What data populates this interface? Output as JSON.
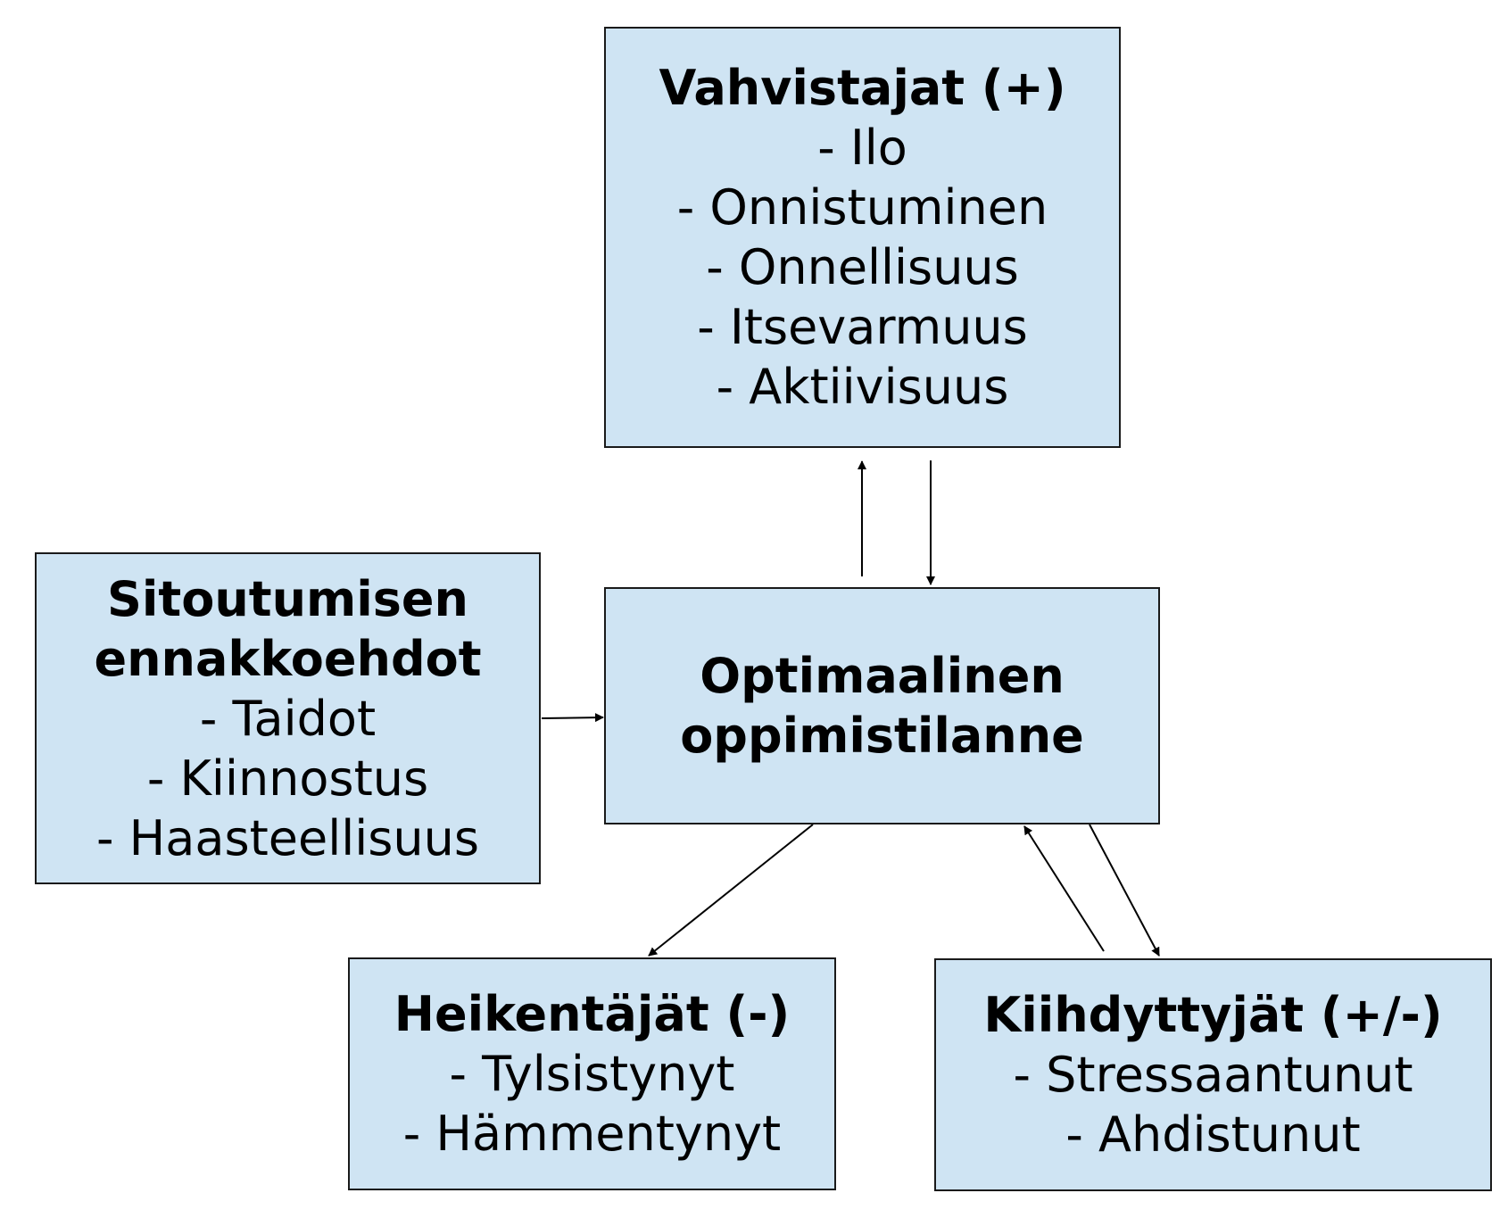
{
  "boxes": {
    "vahvistajat": {
      "title": "Vahvistajat (+)",
      "items": [
        "- Ilo",
        "- Onnistuminen",
        "- Onnellisuus",
        "- Itsevarmuus",
        "- Aktiivisuus"
      ]
    },
    "sitoutuminen": {
      "title_lines": [
        "Sitoutumisen",
        "ennakkoehdot"
      ],
      "items": [
        "- Taidot",
        "- Kiinnostus",
        "- Haasteellisuus"
      ]
    },
    "optimaalinen": {
      "title_lines": [
        "Optimaalinen",
        "oppimistilanne"
      ]
    },
    "heikentajat": {
      "title": "Heikentäjät (-)",
      "items": [
        "- Tylsistynyt",
        "- Hämmentynyt"
      ]
    },
    "kiihdyttyjat": {
      "title": "Kiihdyttyjät (+/-)",
      "items": [
        "- Stressaantunut",
        "- Ahdistunut"
      ]
    }
  },
  "colors": {
    "box_fill": "#cfe4f3",
    "box_border": "#1a1a1a",
    "arrow": "#000000"
  }
}
